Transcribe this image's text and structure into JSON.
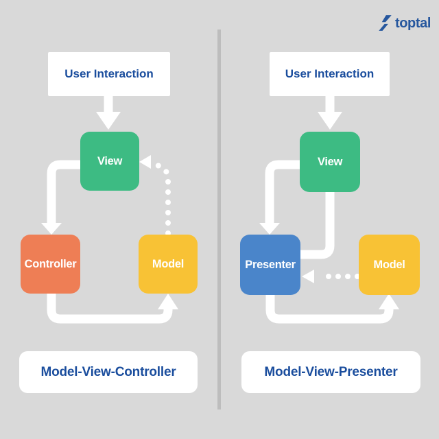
{
  "meta": {
    "background": "#d9d9d9",
    "divider_color": "#bdbdbd",
    "connector_color": "#ffffff",
    "heading_text_color": "#1a4d9d"
  },
  "logo": {
    "text": "toptal",
    "color": "#26579e",
    "icon": "toptal-mark-icon"
  },
  "panels": {
    "left": {
      "title": "Model-View-Controller",
      "user_interaction_label": "User Interaction",
      "nodes": {
        "view": {
          "label": "View",
          "color": "#3dbb83"
        },
        "controller": {
          "label": "Controller",
          "color": "#ee7e55"
        },
        "model": {
          "label": "Model",
          "color": "#f8c235"
        }
      },
      "flows": [
        "User Interaction -> View (solid arrow)",
        "View -> Controller (solid arrow)",
        "Controller -> Model (solid arrow)",
        "Model -> View (dotted arrow)"
      ]
    },
    "right": {
      "title": "Model-View-Presenter",
      "user_interaction_label": "User Interaction",
      "nodes": {
        "view": {
          "label": "View",
          "color": "#3dbb83"
        },
        "presenter": {
          "label": "Presenter",
          "color": "#4a85ca"
        },
        "model": {
          "label": "Model",
          "color": "#f8c235"
        }
      },
      "flows": [
        "User Interaction -> View (solid arrow)",
        "View -> Presenter (solid arrow)",
        "View - Presenter (solid connector from View bottom to Presenter right)",
        "Presenter -> Model (solid arrow)",
        "Model -> Presenter (dotted arrow)"
      ]
    }
  }
}
